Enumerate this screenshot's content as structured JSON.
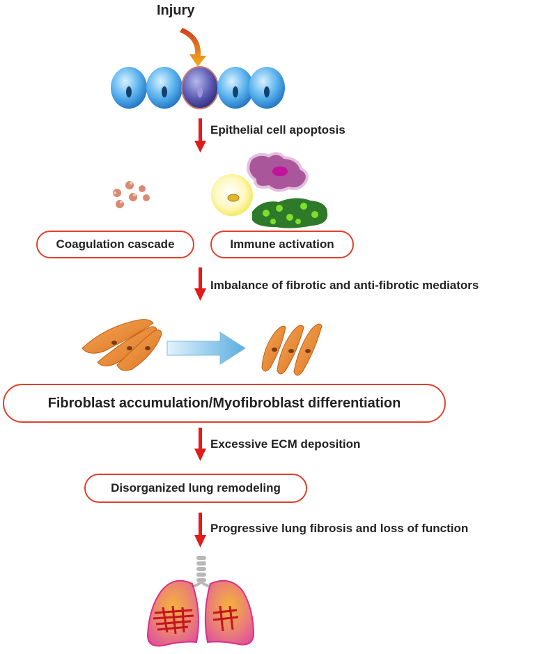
{
  "title": "Injury",
  "steps": {
    "epithelial": "Epithelial cell apoptosis",
    "imbalance": "Imbalance of fibrotic and anti-fibrotic mediators",
    "ecm": "Excessive ECM deposition",
    "progressive": "Progressive lung fibrosis and loss of function"
  },
  "boxes": {
    "coagulation": "Coagulation cascade",
    "immune": "Immune activation",
    "fibroblast": "Fibroblast accumulation/Myofibroblast differentiation",
    "remodeling": "Disorganized lung remodeling"
  },
  "colors": {
    "arrow": "#e21b1b",
    "box_border": "#e0402a",
    "epithelial_cell": "#4aa8e6",
    "fibroblast": "#e8862a",
    "lung": "#e0509a"
  }
}
